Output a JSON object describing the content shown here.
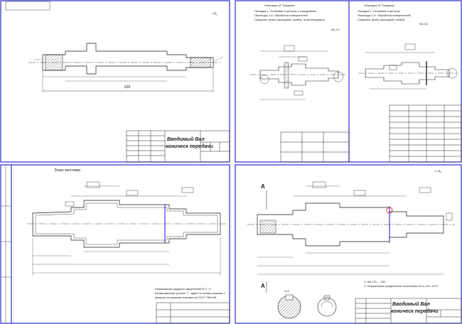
{
  "sheets": {
    "top_left": {
      "corner_mark": "⁴⁰/₀",
      "length_dim": "625",
      "title_block": {
        "line1": "Вводимый Вал",
        "line2": "коническ передачи"
      }
    },
    "top_middle": {
      "heading": "Операция 4Г Токарная",
      "notes": [
        "Наладка 1. Установка в центрах с поводковым",
        "Переходы 1-5. Обработка поверхностей",
        "Средства: резец проходной, калибр, штангенциркуль"
      ],
      "mark": "Ra 3,2"
    },
    "top_right": {
      "heading": "Операция 4Г Токарная",
      "notes": [
        "Наладка 2. Установка в центрах",
        "Переходы 1-4. Обработка поверхностей",
        "Средства: резец проходной, калибр"
      ],
      "mark": "Ra 0,8"
    },
    "bottom_left": {
      "heading": "Эскиз заготовки",
      "notes": [
        "Неуказанные радиусы закругления R 2...3",
        "Штамповочные уклоны 7°, сдвиг по линии разъёма 1",
        "Допуски на размеры поковки по ГОСТ 7505-89"
      ]
    },
    "bottom_right": {
      "corner_mark": "⁶·³/₀",
      "section_label": "A",
      "section_view": "А-А",
      "notes": [
        "1. НВ 270 ... 302",
        "2. Неуказанные предельные отклонения H14, h14, ±IT/2"
      ],
      "title_block": {
        "line1": "Вводимый Вал",
        "line2": "коническ передачи"
      }
    }
  }
}
